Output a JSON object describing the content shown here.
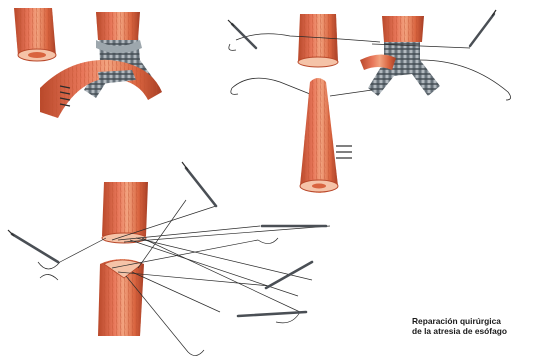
{
  "caption": {
    "line1": "Reparación quirúrgica",
    "line2": "de la atresia de esófago"
  },
  "colors": {
    "muscle": "#d9643f",
    "muscle_dark": "#b9482a",
    "muscle_light": "#f0a17e",
    "trachea": "#8e9aa2",
    "trachea_dark": "#56616a",
    "suture": "#2b2b2b",
    "needle": "#4a4f55"
  },
  "icons": [
    "esophagus-segment",
    "trachea-fistula",
    "surgical-needle",
    "suture-thread"
  ]
}
